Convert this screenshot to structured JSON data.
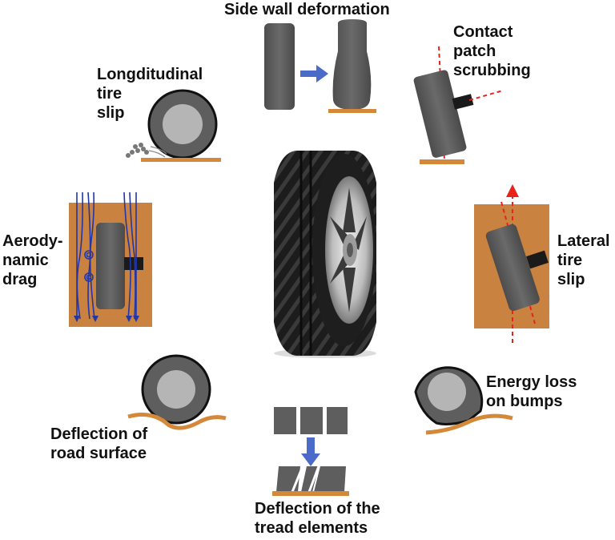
{
  "labels": {
    "side_wall": [
      "Side wall deformation"
    ],
    "contact_patch": [
      "Contact",
      "patch",
      "scrubbing"
    ],
    "longitudinal": [
      "Longditudinal",
      "tire",
      "slip"
    ],
    "aero": [
      "Aerody-",
      "namic",
      "drag"
    ],
    "lateral": [
      "Lateral",
      "tire",
      "slip"
    ],
    "energy": [
      "Energy loss",
      "on bumps"
    ],
    "road": [
      "Deflection of",
      "road surface"
    ],
    "tread": [
      "Deflection of the",
      "tread elements"
    ]
  },
  "colors": {
    "road": "#d4883a",
    "panel": "#c9823f",
    "tire_gray": "#5e5e5e",
    "hub_gray": "#b5b5b5",
    "arrow_blue": "#4a6bc8",
    "flow_blue": "#2236a8",
    "slip_red": "#e8231c",
    "text": "#111111"
  },
  "icons": [
    "tire-photo",
    "side-wall-cylinders",
    "contact-patch-cylinder",
    "longitudinal-tire",
    "aero-drag-panel",
    "lateral-slip-panel",
    "energy-loss-tire",
    "road-deflection-tire",
    "tread-elements"
  ]
}
